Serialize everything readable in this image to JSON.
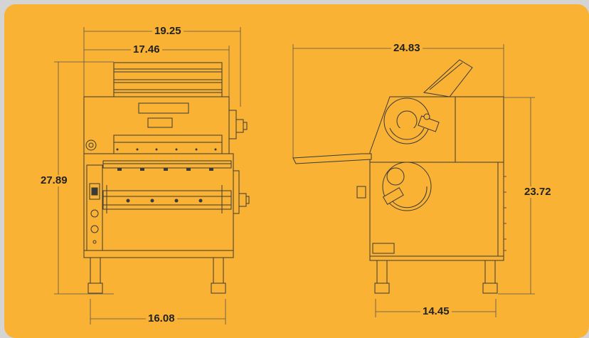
{
  "colors": {
    "background": "#f9b233",
    "border": "#d4d4d4",
    "line": "#3a3a3a",
    "machine_fill": "#f9b233"
  },
  "dimensions": {
    "front_top_width": "19.25",
    "front_inner_width": "17.46",
    "front_height": "27.89",
    "front_leg_span": "16.08",
    "side_total_width": "24.83",
    "side_height": "23.72",
    "side_leg_span": "14.45"
  }
}
